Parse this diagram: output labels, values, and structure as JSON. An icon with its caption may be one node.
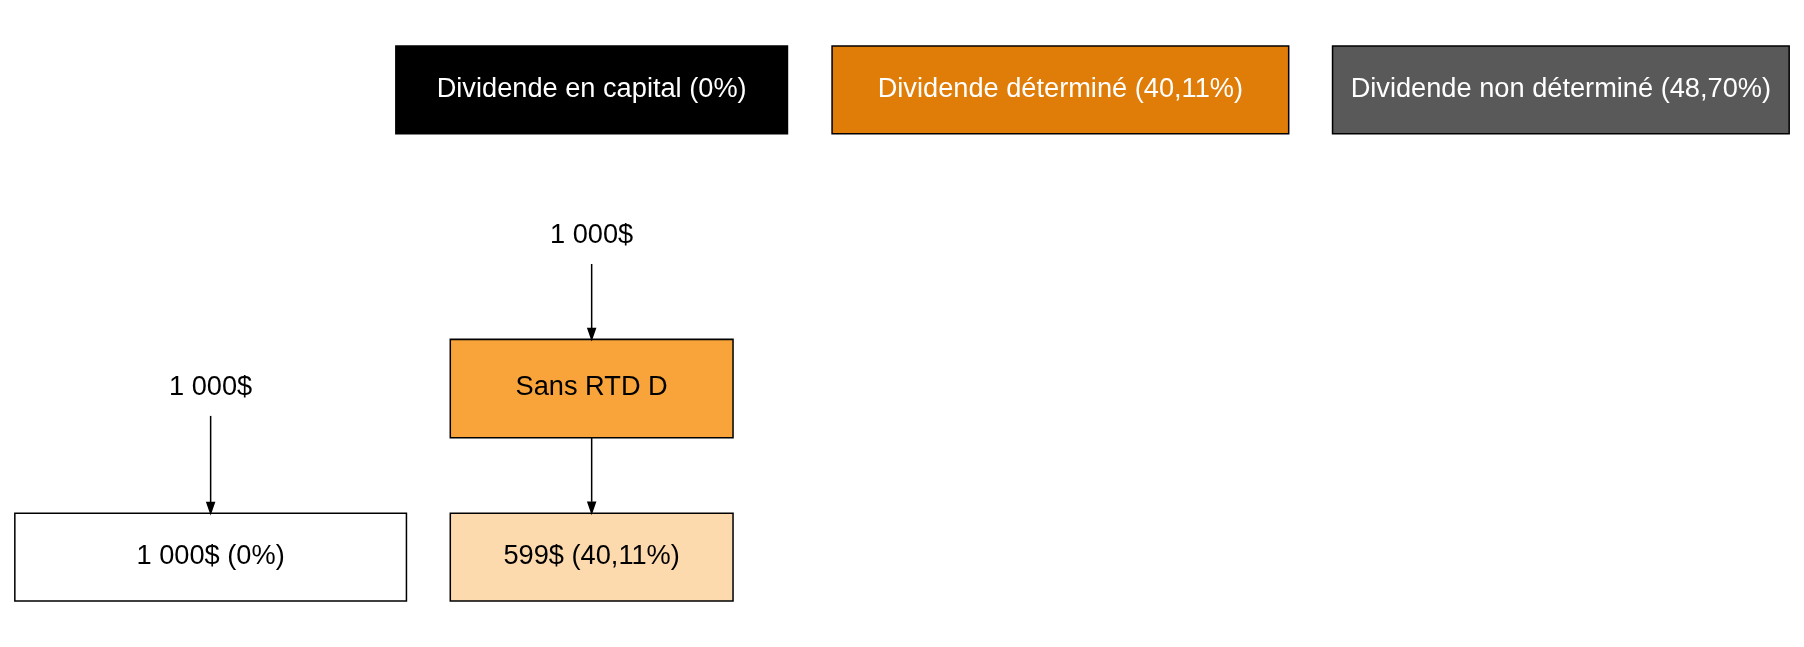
{
  "diagram": {
    "nodes": [
      {
        "text": [
          "Dividende en capital (0%)"
        ]
      },
      {
        "text": [
          "Dividende déterminé (40,11%)"
        ]
      },
      {
        "text": [
          "Dividende non déterminé (48,70%)"
        ]
      },
      {
        "text": [
          "1 000$"
        ]
      },
      {
        "text": [
          "1 000$"
        ]
      },
      {
        "text": [
          "Sans RTD D"
        ]
      },
      {
        "text": [
          "1 000$ (0%)"
        ]
      },
      {
        "text": [
          "599$ (40,11%)"
        ]
      }
    ],
    "edges": [
      {
        "from": 3,
        "to": 6,
        "arrow": "to"
      },
      {
        "from": 4,
        "to": 5,
        "arrow": "to"
      },
      {
        "from": 5,
        "to": 7,
        "arrow": "to"
      }
    ]
  }
}
